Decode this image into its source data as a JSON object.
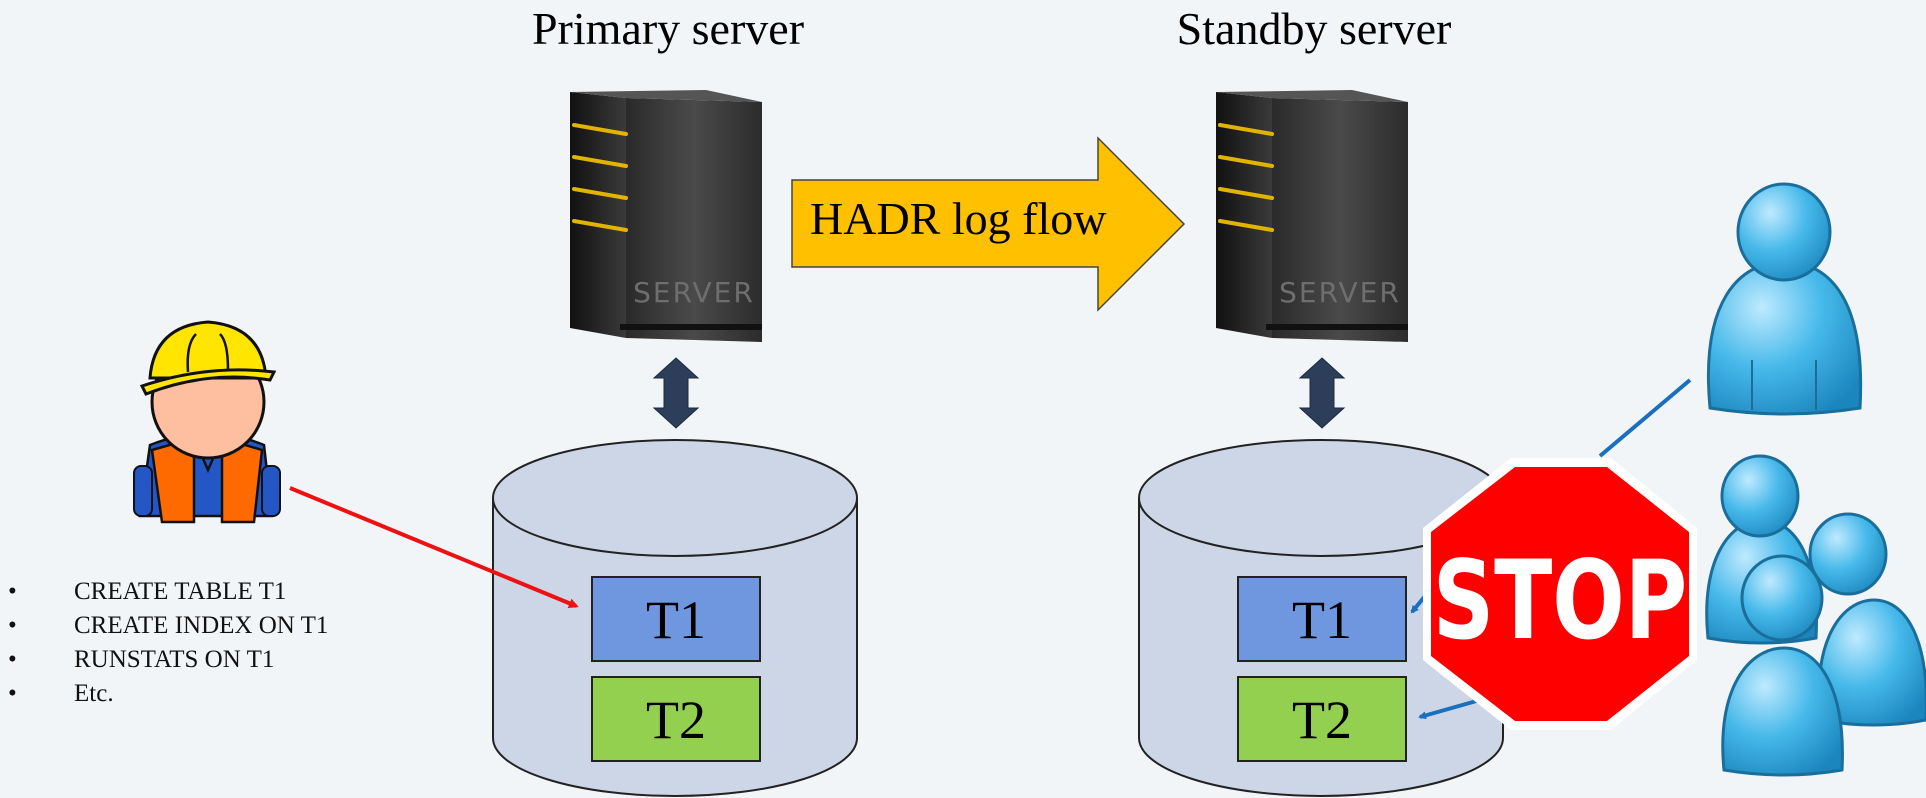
{
  "primary": {
    "title": "Primary server",
    "server_caption": "SERVER",
    "tables": [
      "T1",
      "T2"
    ]
  },
  "standby": {
    "title": "Standby server",
    "server_caption": "SERVER",
    "tables": [
      "T1",
      "T2"
    ]
  },
  "log_flow_label": "HADR log flow",
  "stop_sign_text": "STOP",
  "bullets": [
    "CREATE TABLE T1",
    "CREATE INDEX ON T1",
    "RUNSTATS ON T1",
    "Etc."
  ],
  "colors": {
    "background": "#f2f5f8",
    "cylinder": "#cdd6e6",
    "t1_fill": "#6f97df",
    "t2_fill": "#93d050",
    "arrow_yellow": "#ffc000",
    "red_arrow": "#ee1111",
    "blue_line": "#1a6fbf",
    "stop_red": "#ff0000",
    "user_blue": "#3fb2e6"
  },
  "icons": [
    "server-icon",
    "worker-icon",
    "user-icon",
    "user-group-icon",
    "stop-sign-icon",
    "double-arrow-icon"
  ]
}
